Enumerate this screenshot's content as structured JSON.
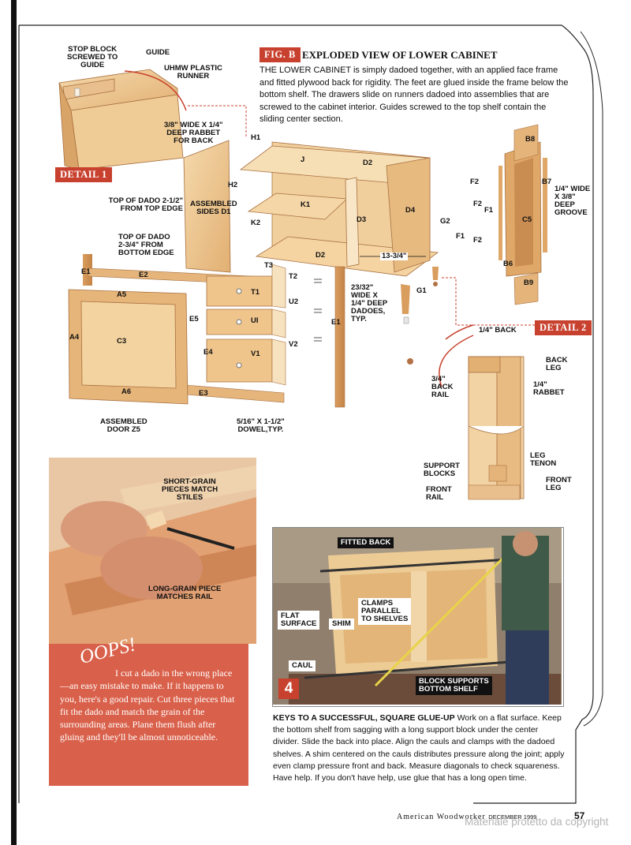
{
  "figure": {
    "tag": "FIG. B",
    "title": "EXPLODED VIEW OF LOWER CABINET",
    "intro": "THE LOWER CABINET is simply dadoed together, with an applied face frame and fitted plywood back for rigidity. The feet are glued inside the frame below the bottom shelf. The drawers slide on runners dadoed into assemblies that are screwed to the cabinet interior. Guides screwed to the top shelf contain the sliding center section."
  },
  "detail1": {
    "tag": "DETAIL 1",
    "labels": {
      "stop_block": "STOP BLOCK\nSCREWED TO\nGUIDE",
      "guide": "GUIDE",
      "runner": "UHMW PLASTIC\nRUNNER"
    }
  },
  "detail2": {
    "tag": "DETAIL 2",
    "labels": {
      "back": "1/4\" BACK",
      "back_leg": "BACK\nLEG",
      "back_rail": "3/4\"\nBACK\nRAIL",
      "rabbet": "1/4\"\nRABBET",
      "support_blocks": "SUPPORT\nBLOCKS",
      "leg_tenon": "LEG\nTENON",
      "front_rail": "FRONT\nRAIL",
      "front_leg": "FRONT\nLEG"
    }
  },
  "diagram_labels": {
    "rabbet": "3/8\" WIDE X 1/4\"\nDEEP RABBET\nFOR BACK",
    "top_dado": "TOP OF DADO 2-1/2\"\nFROM TOP EDGE",
    "assembled_sides": "ASSEMBLED\nSIDES D1",
    "bottom_dado": "TOP OF DADO\n2-3/4\" FROM\nBOTTOM EDGE",
    "dadoes": "23/32\"\nWIDE X\n1/4\" DEEP\nDADOES,\nTYP.",
    "dowel": "5/16\" X 1-1/2\"\nDOWEL,TYP.",
    "assembled_door": "ASSEMBLED\nDOOR Z5",
    "groove": "1/4\" WIDE\nX 3/8\"\nDEEP\nGROOVE",
    "dimension": "13-3/4\"",
    "parts": {
      "H1": "H1",
      "H2": "H2",
      "J": "J",
      "D2a": "D2",
      "K1": "K1",
      "K2": "K2",
      "D3": "D3",
      "D4": "D4",
      "G2": "G2",
      "F1a": "F1",
      "D2b": "D2",
      "G1": "G1",
      "T3": "T3",
      "T2": "T2",
      "T1": "T1",
      "U2": "U2",
      "UI": "UI",
      "V2": "V2",
      "V1": "V1",
      "E1a": "E1",
      "E2": "E2",
      "A5": "A5",
      "A4": "A4",
      "C3": "C3",
      "A6": "A6",
      "E5": "E5",
      "E4": "E4",
      "E3": "E3",
      "E1b": "E1",
      "B8": "B8",
      "B7": "B7",
      "F2a": "F2",
      "F2b": "F2",
      "F1b": "F1",
      "C5": "C5",
      "F2c": "F2",
      "B6": "B6",
      "B9": "B9"
    }
  },
  "photo_oops": {
    "labels": {
      "short_grain": "SHORT-GRAIN\nPIECES MATCH\nSTILES",
      "long_grain": "LONG-GRAIN PIECE\nMATCHES RAIL"
    },
    "oops_title": "OOPS!",
    "oops_text": "I cut a dado in the wrong place—an easy mistake to make. If it happens to you, here's a good repair. Cut three pieces that fit the dado and match the grain of the surrounding areas. Plane them flush after gluing and they'll be almost unnoticeable."
  },
  "photo_glueup": {
    "step": "4",
    "labels": {
      "fitted_back": "FITTED BACK",
      "clamps": "CLAMPS\nPARALLEL\nTO SHELVES",
      "flat_surface": "FLAT\nSURFACE",
      "shim": "SHIM",
      "caul": "CAUL",
      "block_supports": "BLOCK SUPPORTS\nBOTTOM SHELF"
    },
    "caption_title": "KEYS TO A SUCCESSFUL, SQUARE GLUE-UP",
    "caption_text": "Work on a flat surface. Keep the bottom shelf from sagging with a long support block under the center divider. Slide the back into place. Align the cauls and clamps with the dadoed shelves. A shim centered on the cauls distributes pressure along the joint; apply even clamp pressure front and back. Measure diagonals to check squareness. Have help. If you don't have help, use glue that has a long open time."
  },
  "footer": {
    "magazine": "American Woodworker",
    "month": "DECEMBER 1999",
    "page": "57",
    "watermark": "Materiale protetto da copyright"
  },
  "colors": {
    "accent": "#c8412e",
    "oops_bg": "#d9614b",
    "wood_light": "#f2d3a4",
    "wood_mid": "#e4b47a",
    "wood_dark": "#c98d52"
  }
}
